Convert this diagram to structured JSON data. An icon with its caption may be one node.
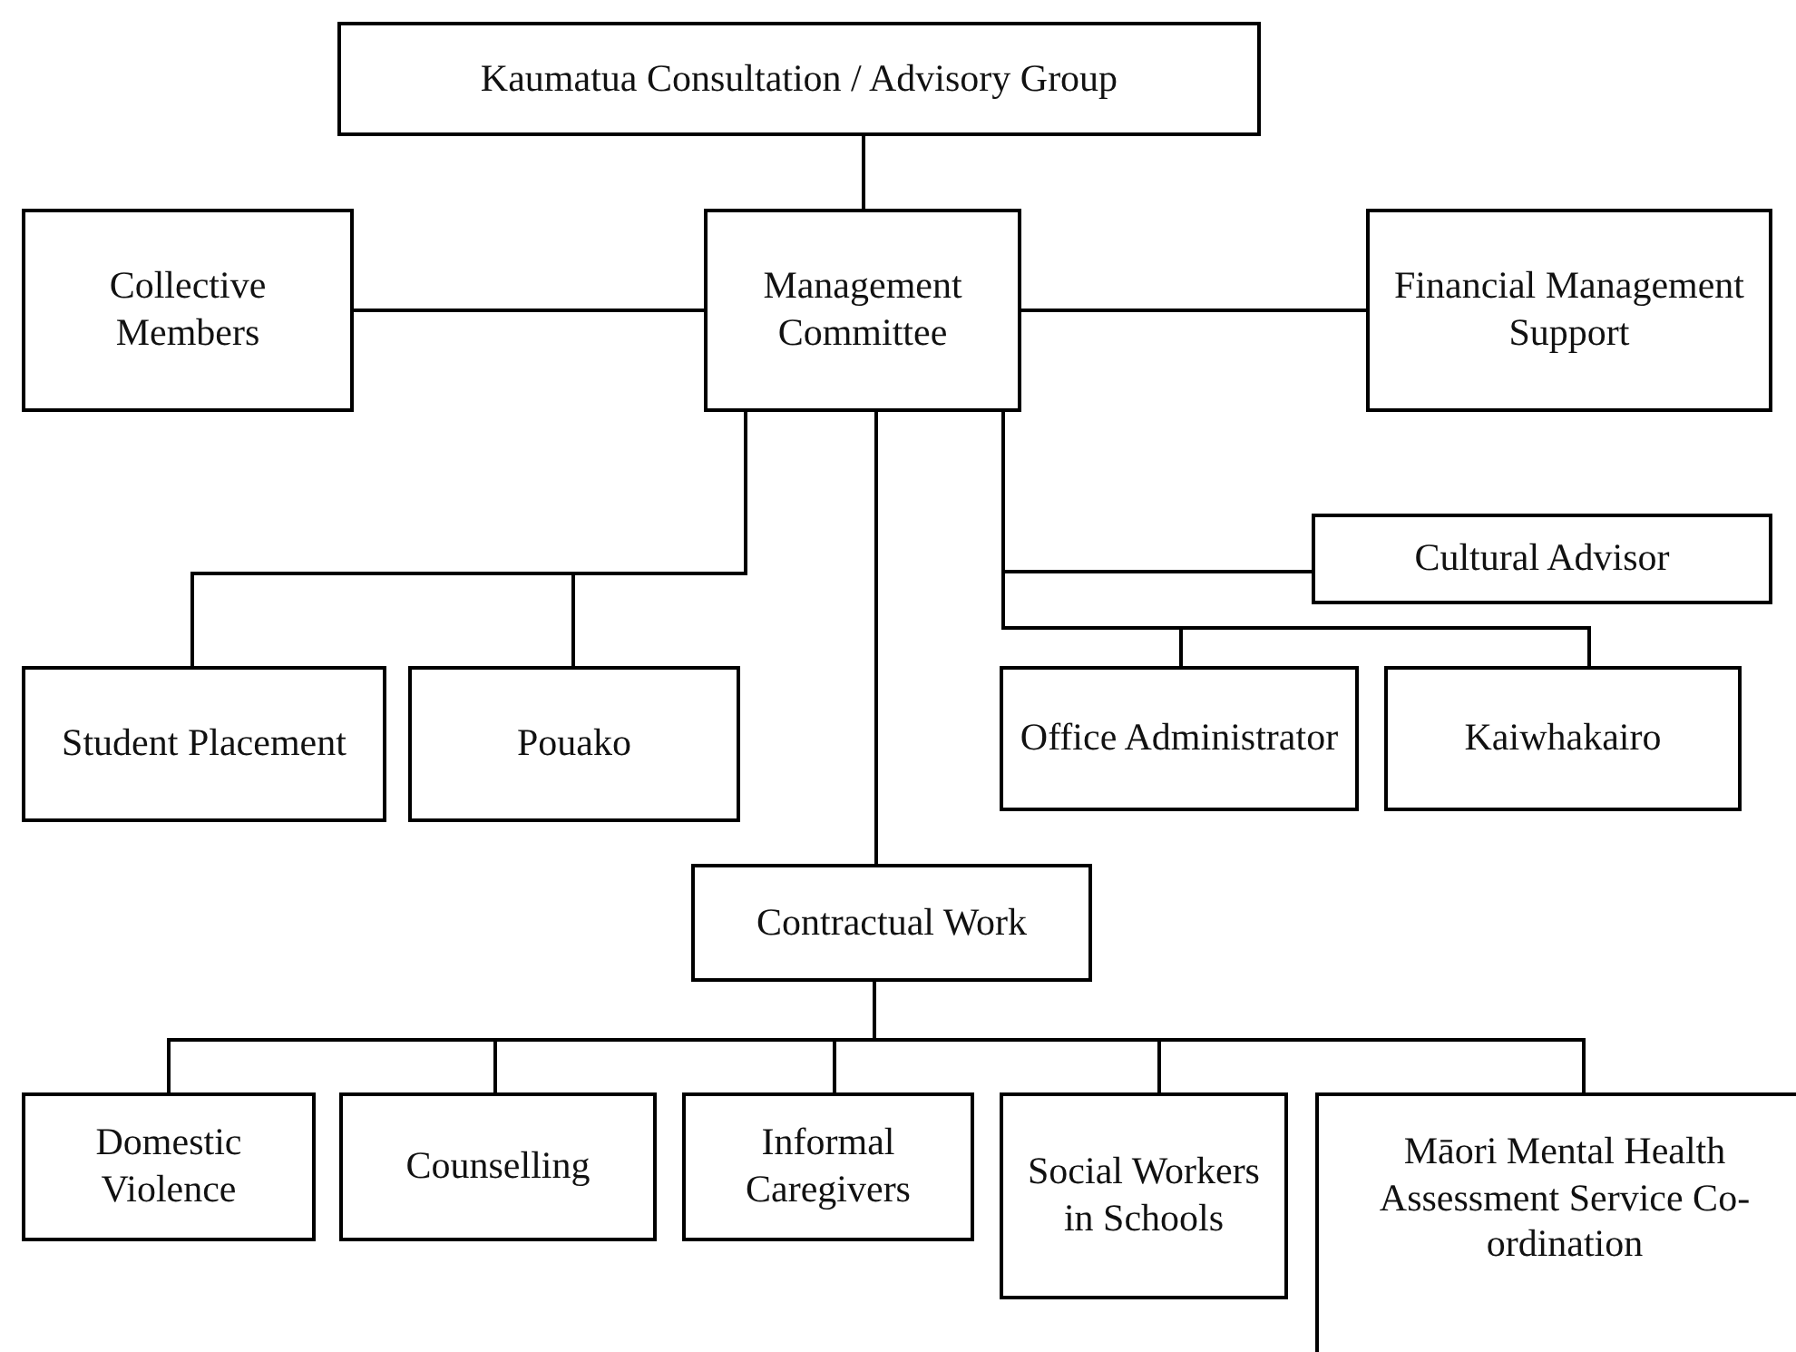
{
  "diagram": {
    "nodes": [
      {
        "text": [
          "Kaumatua Consultation / Advisory Group"
        ]
      },
      {
        "text": [
          "Collective Members"
        ]
      },
      {
        "text": [
          "Management Committee"
        ]
      },
      {
        "text": [
          "Financial Management Support"
        ]
      },
      {
        "text": [
          "Student Placement"
        ]
      },
      {
        "text": [
          "Pouako"
        ]
      },
      {
        "text": [
          "Cultural Advisor"
        ]
      },
      {
        "text": [
          "Office Administrator"
        ]
      },
      {
        "text": [
          "Kaiwhakairo"
        ]
      },
      {
        "text": [
          "Contractual Work"
        ]
      },
      {
        "text": [
          "Domestic Violence"
        ]
      },
      {
        "text": [
          "Counselling"
        ]
      },
      {
        "text": [
          "Informal Caregivers"
        ]
      },
      {
        "text": [
          "Social Workers in Schools"
        ]
      },
      {
        "text": [
          "Māori Mental Health Assessment Service Co-ordination"
        ]
      }
    ],
    "edges": [
      {
        "from": 0,
        "to": 2,
        "arrow": "none"
      },
      {
        "from": 2,
        "to": 1,
        "arrow": "none"
      },
      {
        "from": 2,
        "to": 3,
        "arrow": "none"
      },
      {
        "from": 2,
        "to": 4,
        "arrow": "none"
      },
      {
        "from": 2,
        "to": 5,
        "arrow": "none"
      },
      {
        "from": 2,
        "to": 6,
        "arrow": "none"
      },
      {
        "from": 2,
        "to": 7,
        "arrow": "none"
      },
      {
        "from": 2,
        "to": 8,
        "arrow": "none"
      },
      {
        "from": 2,
        "to": 9,
        "arrow": "none"
      },
      {
        "from": 9,
        "to": 10,
        "arrow": "none"
      },
      {
        "from": 9,
        "to": 11,
        "arrow": "none"
      },
      {
        "from": 9,
        "to": 12,
        "arrow": "none"
      },
      {
        "from": 9,
        "to": 13,
        "arrow": "none"
      },
      {
        "from": 9,
        "to": 14,
        "arrow": "none"
      }
    ]
  }
}
